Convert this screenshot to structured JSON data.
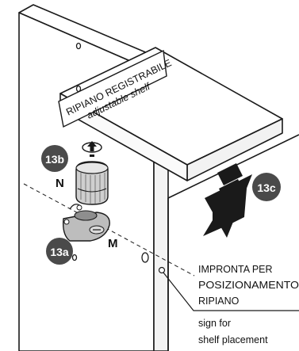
{
  "diagram": {
    "label_card": {
      "line1": "RIPIANO REGISTRABILE",
      "line2": "adjustable shelf"
    },
    "badges": {
      "step_13a": "13a",
      "step_13b": "13b",
      "step_13c": "13c"
    },
    "parts": {
      "part_n": "N",
      "part_m": "M"
    },
    "callout": {
      "line1": "IMPRONTA PER",
      "line2": "POSIZIONAMENTO",
      "line3": "RIPIANO",
      "line4": "sign for",
      "line5": "shelf placement"
    }
  },
  "colors": {
    "badge_fill": "#4a4a4a",
    "badge_text": "#ffffff",
    "line": "#1a1a1a",
    "arrow_fill": "#1a1a1a",
    "part_gray": "#bdbdbd"
  }
}
